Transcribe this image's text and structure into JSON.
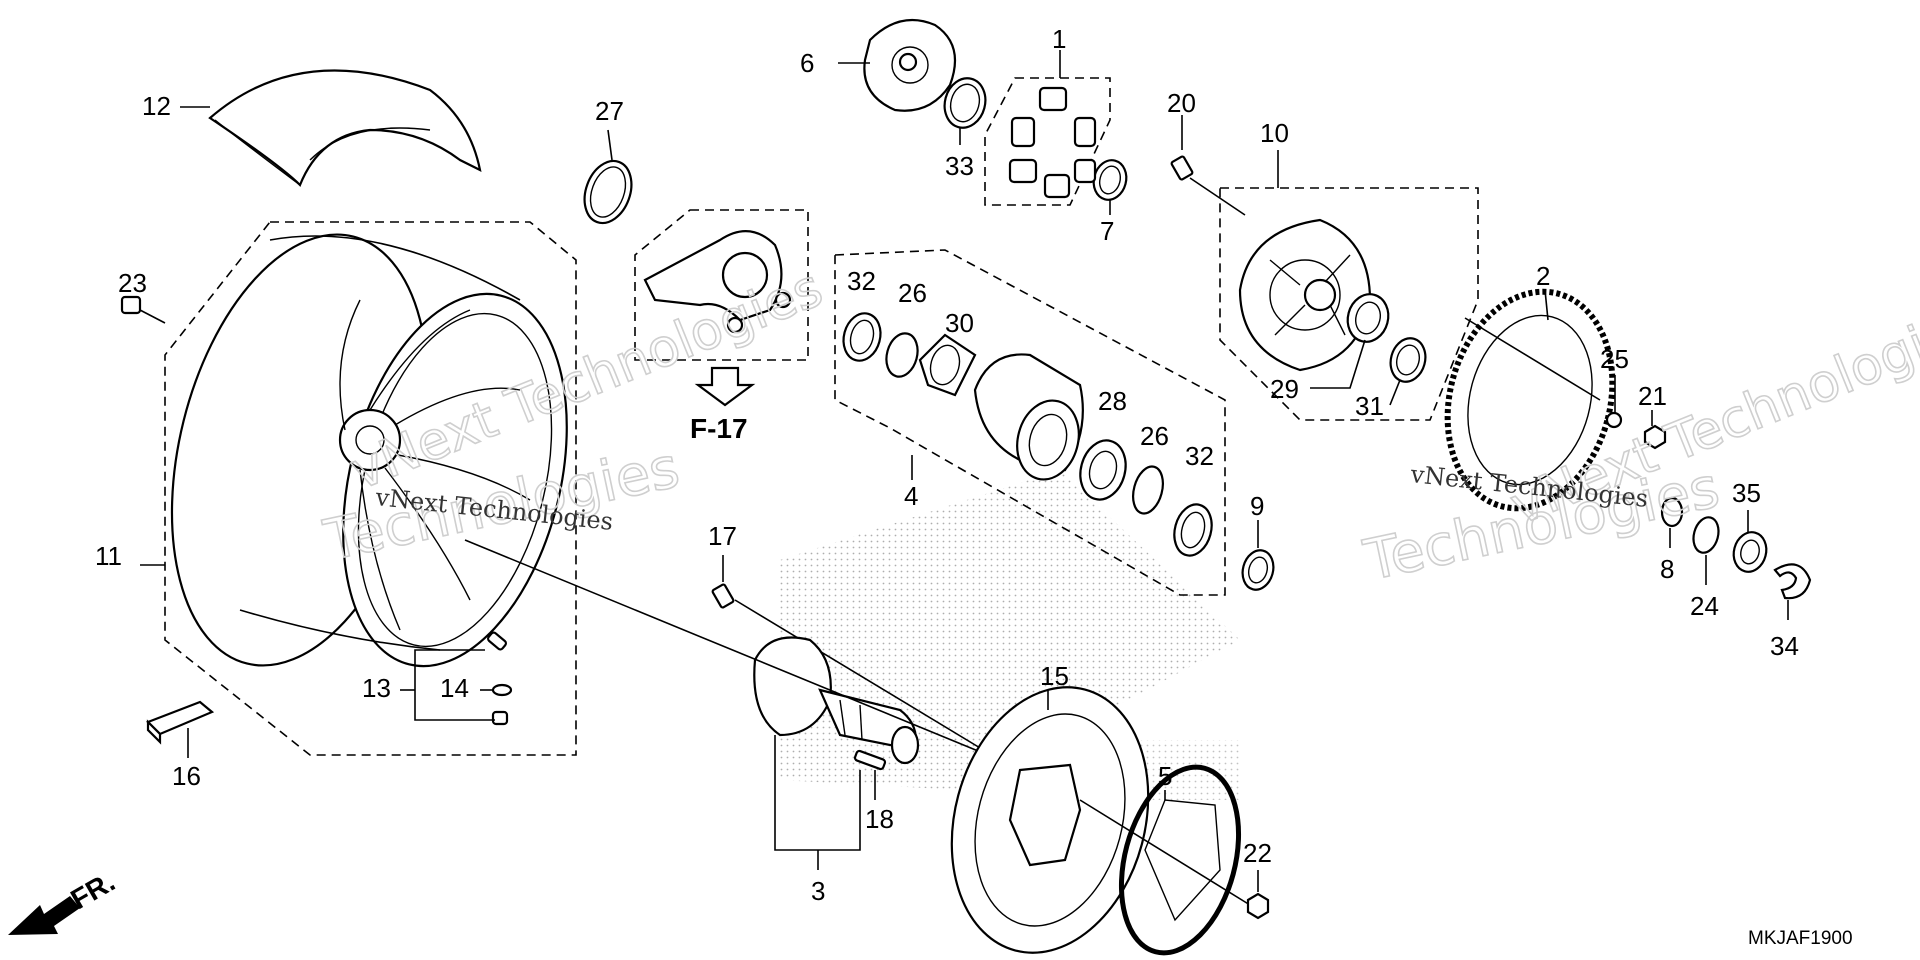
{
  "diagram": {
    "catalog_code": "MKJAF1900",
    "reference_label": "F-17",
    "front_marker": "FR.",
    "watermark_lines": [
      "vNext Technologies",
      "Technologies"
    ],
    "callouts": [
      {
        "id": "c1",
        "text": "1"
      },
      {
        "id": "c2",
        "text": "2"
      },
      {
        "id": "c3",
        "text": "3"
      },
      {
        "id": "c4",
        "text": "4"
      },
      {
        "id": "c5",
        "text": "5"
      },
      {
        "id": "c6",
        "text": "6"
      },
      {
        "id": "c7",
        "text": "7"
      },
      {
        "id": "c8",
        "text": "8"
      },
      {
        "id": "c9",
        "text": "9"
      },
      {
        "id": "c10",
        "text": "10"
      },
      {
        "id": "c11",
        "text": "11"
      },
      {
        "id": "c12",
        "text": "12"
      },
      {
        "id": "c13",
        "text": "13"
      },
      {
        "id": "c14",
        "text": "14"
      },
      {
        "id": "c15",
        "text": "15"
      },
      {
        "id": "c16",
        "text": "16"
      },
      {
        "id": "c17",
        "text": "17"
      },
      {
        "id": "c18",
        "text": "18"
      },
      {
        "id": "c20",
        "text": "20"
      },
      {
        "id": "c21",
        "text": "21"
      },
      {
        "id": "c22",
        "text": "22"
      },
      {
        "id": "c23",
        "text": "23"
      },
      {
        "id": "c24",
        "text": "24"
      },
      {
        "id": "c25",
        "text": "25"
      },
      {
        "id": "c26a",
        "text": "26"
      },
      {
        "id": "c26b",
        "text": "26"
      },
      {
        "id": "c27",
        "text": "27"
      },
      {
        "id": "c28",
        "text": "28"
      },
      {
        "id": "c29",
        "text": "29"
      },
      {
        "id": "c30",
        "text": "30"
      },
      {
        "id": "c31",
        "text": "31"
      },
      {
        "id": "c32a",
        "text": "32"
      },
      {
        "id": "c32b",
        "text": "32"
      },
      {
        "id": "c33",
        "text": "33"
      },
      {
        "id": "c34",
        "text": "34"
      },
      {
        "id": "c35",
        "text": "35"
      }
    ]
  }
}
